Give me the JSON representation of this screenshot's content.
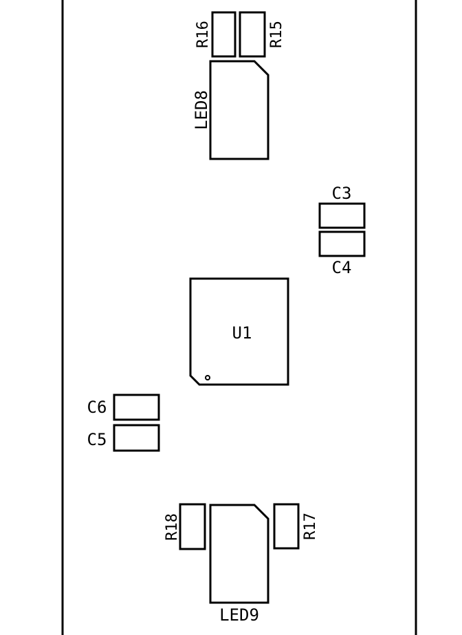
{
  "diagram": {
    "type": "pcb-silkscreen",
    "ink_color": "#000000",
    "background_color": "#ffffff"
  },
  "components": [
    {
      "id": "r16",
      "ref": "R16",
      "kind": "resistor"
    },
    {
      "id": "r15",
      "ref": "R15",
      "kind": "resistor"
    },
    {
      "id": "led8",
      "ref": "LED8",
      "kind": "led"
    },
    {
      "id": "c3",
      "ref": "C3",
      "kind": "capacitor"
    },
    {
      "id": "c4",
      "ref": "C4",
      "kind": "capacitor"
    },
    {
      "id": "u1",
      "ref": "U1",
      "kind": "ic"
    },
    {
      "id": "c6",
      "ref": "C6",
      "kind": "capacitor"
    },
    {
      "id": "c5",
      "ref": "C5",
      "kind": "capacitor"
    },
    {
      "id": "r18",
      "ref": "R18",
      "kind": "resistor"
    },
    {
      "id": "led9",
      "ref": "LED9",
      "kind": "led"
    },
    {
      "id": "r17",
      "ref": "R17",
      "kind": "resistor"
    }
  ]
}
